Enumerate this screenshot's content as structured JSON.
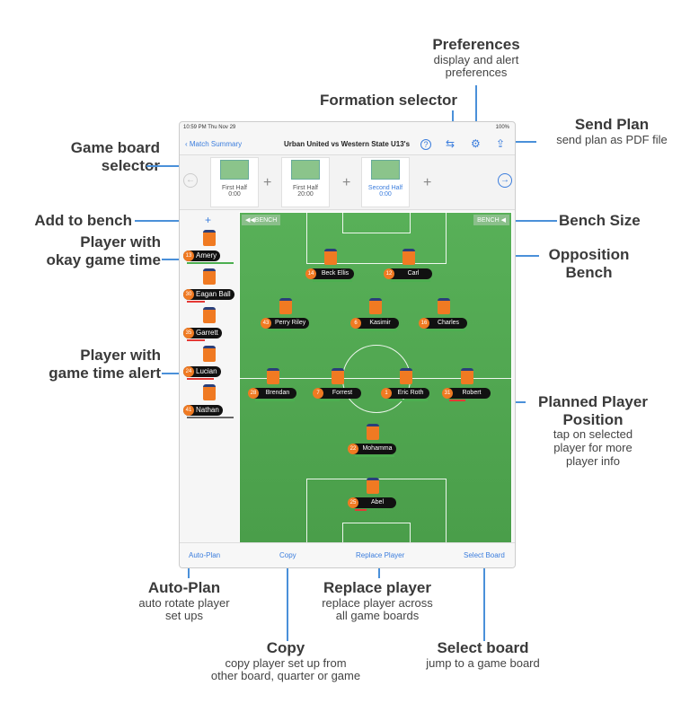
{
  "callouts": {
    "preferences": {
      "title": "Preferences",
      "sub1": "display and alert",
      "sub2": "preferences"
    },
    "formation": {
      "title": "Formation selector"
    },
    "send_plan": {
      "title": "Send Plan",
      "sub": "send plan as PDF file"
    },
    "game_board": {
      "title1": "Game board",
      "title2": "selector"
    },
    "add_bench": {
      "title": "Add to bench"
    },
    "okay_time": {
      "title1": "Player with",
      "title2": "okay game time"
    },
    "alert_time": {
      "title1": "Player with",
      "title2": "game time alert"
    },
    "bench_size": {
      "title": "Bench Size"
    },
    "opp_bench": {
      "title1": "Opposition",
      "title2": "Bench"
    },
    "planned": {
      "title1": "Planned Player",
      "title2": "Position",
      "sub1": "tap on selected",
      "sub2": "player for more",
      "sub3": "player info"
    },
    "auto_plan": {
      "title": "Auto-Plan",
      "sub1": "auto rotate player",
      "sub2": "set ups"
    },
    "replace": {
      "title": "Replace player",
      "sub1": "replace player across",
      "sub2": "all game boards"
    },
    "copy": {
      "title": "Copy",
      "sub1": "copy player set up from",
      "sub2": "other board, quarter or game"
    },
    "select_board": {
      "title": "Select board",
      "sub": "jump to a game board"
    }
  },
  "status": {
    "time": "10:59 PM  Thu Nov 29",
    "battery": "100%"
  },
  "nav": {
    "back": "Match Summary",
    "title": "Urban United vs Western State U13's",
    "help": "?"
  },
  "boards": [
    {
      "label": "First Half",
      "time": "0:00"
    },
    {
      "label": "First Half",
      "time": "20:00"
    },
    {
      "label": "Second Half",
      "time": "0:00"
    }
  ],
  "bench": {
    "add": "+",
    "button": "BENCH",
    "players": [
      {
        "num": "13",
        "name": "Amery"
      },
      {
        "num": "30",
        "name": "Eagan Ball"
      },
      {
        "num": "35",
        "name": "Garrett"
      },
      {
        "num": "24",
        "name": "Lucian"
      },
      {
        "num": "41",
        "name": "Nathan"
      }
    ]
  },
  "opp_bench": {
    "button": "BENCH"
  },
  "field_players": [
    {
      "num": "14",
      "name": "Beck Ellis"
    },
    {
      "num": "12",
      "name": "Carl"
    },
    {
      "num": "43",
      "name": "Perry Riley"
    },
    {
      "num": "6",
      "name": "Kasimir"
    },
    {
      "num": "16",
      "name": "Charles"
    },
    {
      "num": "28",
      "name": "Brendan"
    },
    {
      "num": "7",
      "name": "Forrest"
    },
    {
      "num": "1",
      "name": "Eric Roth"
    },
    {
      "num": "31",
      "name": "Robert"
    },
    {
      "num": "22",
      "name": "Mohamma"
    },
    {
      "num": "25",
      "name": "Abel"
    }
  ],
  "toolbar": {
    "auto_plan": "Auto-Plan",
    "copy": "Copy",
    "replace": "Replace Player",
    "select_board": "Select Board"
  },
  "colors": {
    "accent": "#3b7ddd",
    "pitch": "#4caf50",
    "shirt": "#f07a22",
    "alert": "#e53935"
  }
}
